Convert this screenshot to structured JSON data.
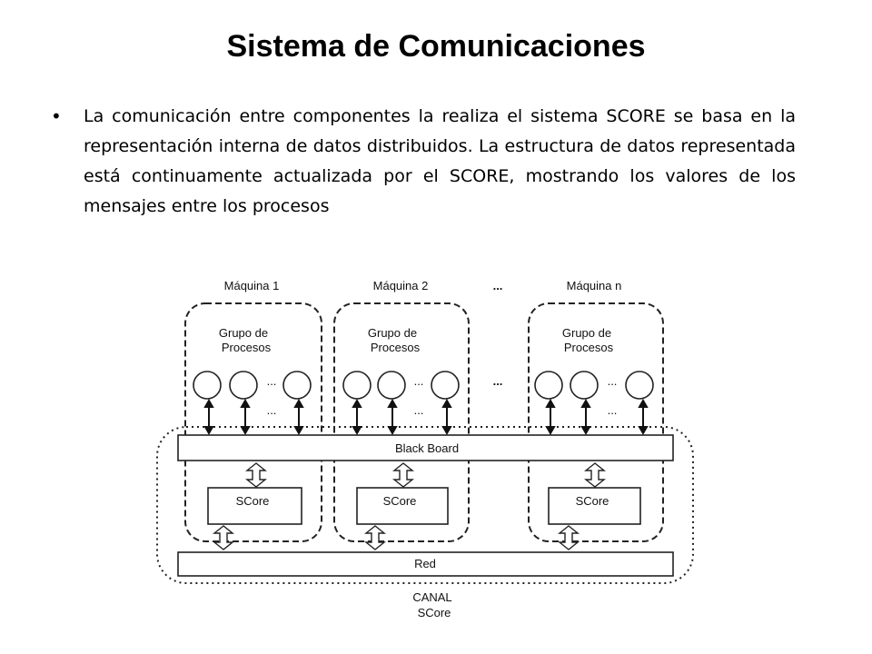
{
  "slide": {
    "title": "Sistema de Comunicaciones",
    "bullet": "La comunicación entre componentes la realiza el sistema SCORE se basa en la representación interna de datos distribuidos. La estructura de datos representada está continuamente actualizada por el SCORE, mostrando los valores de los mensajes entre los procesos"
  },
  "diagram": {
    "machines": [
      {
        "label": "Máquina 1",
        "group_line1": "Grupo de",
        "group_line2": "Procesos",
        "process_ellipsis": "...",
        "score_label": "SCore"
      },
      {
        "label": "Máquina 2",
        "group_line1": "Grupo de",
        "group_line2": "Procesos",
        "process_ellipsis": "...",
        "score_label": "SCore"
      },
      {
        "label": "Máquina n",
        "group_line1": "Grupo de",
        "group_line2": "Procesos",
        "process_ellipsis": "...",
        "score_label": "SCore"
      }
    ],
    "between_machines": "...",
    "between_processes": "...",
    "blackboard_label": "Black Board",
    "network_label": "Red",
    "channel_line1": "CANAL",
    "channel_line2": "SCore"
  }
}
